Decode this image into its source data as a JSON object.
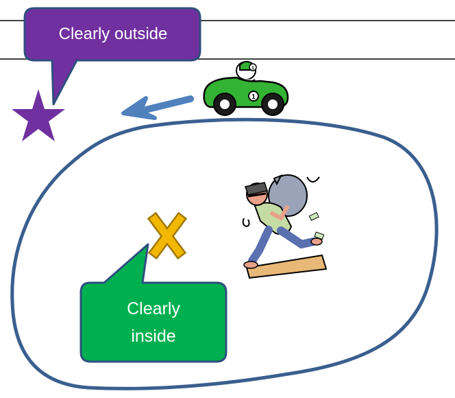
{
  "callouts": {
    "outside": {
      "text": "Clearly outside",
      "color": "#7030a0"
    },
    "inside": {
      "line1": "Clearly",
      "line2": "inside",
      "color": "#00b050"
    }
  },
  "race_car": {
    "number": "1",
    "body_color": "#33b233"
  },
  "colors": {
    "boundary": "#3a5f8f",
    "arrow": "#4f81bd",
    "star": "#7030a0",
    "x_mark": "#f2b700",
    "callout_border": "#2f4f7f"
  },
  "icons": {
    "star": "purple-star-icon",
    "x": "yellow-x-mark-icon",
    "car": "race-car-clipart",
    "robber": "robber-clipart",
    "arrow": "left-arrow-icon"
  }
}
